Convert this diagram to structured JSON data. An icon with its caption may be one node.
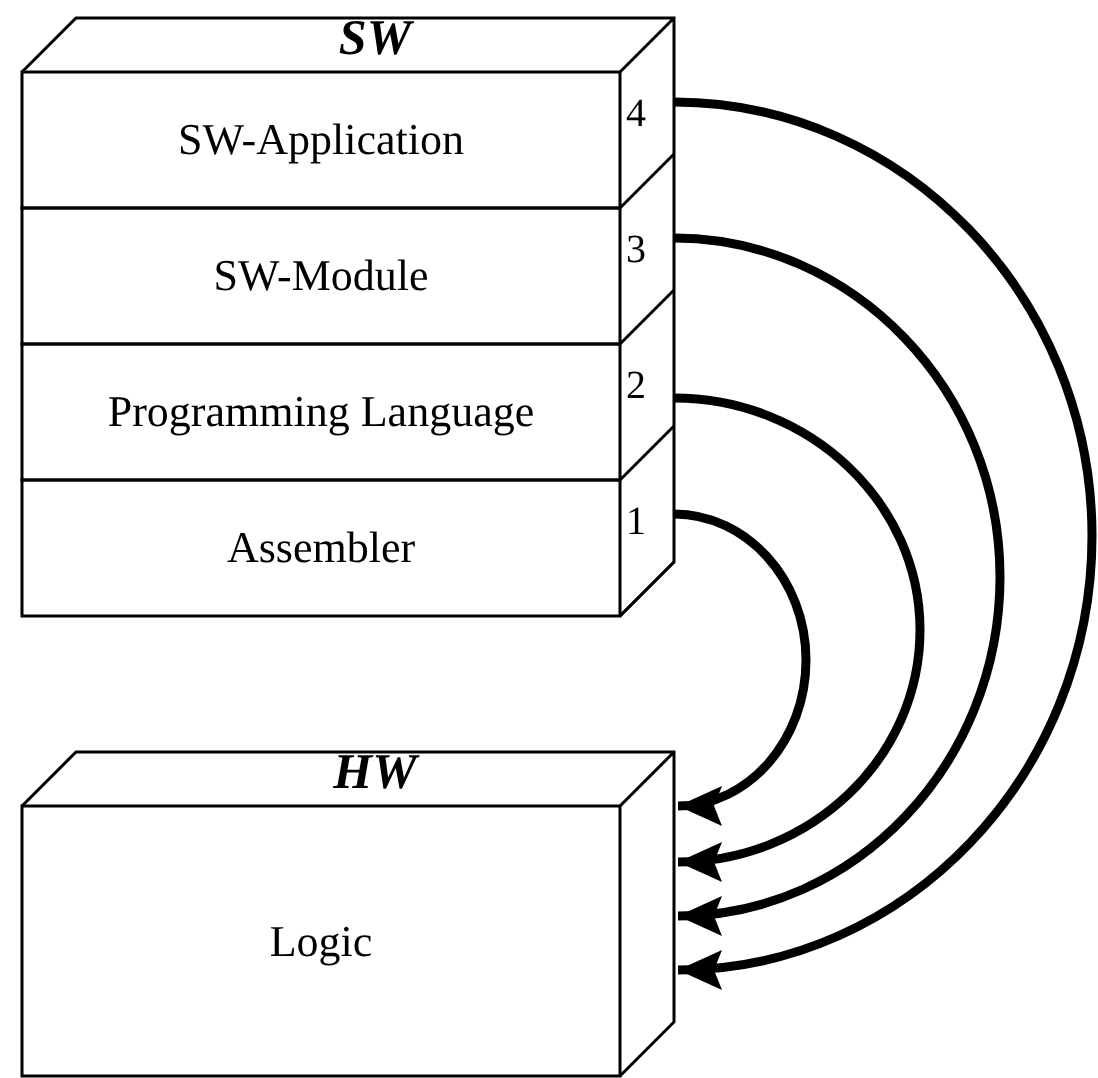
{
  "diagram": {
    "nodes": [
      {
        "text": [
          "SW"
        ]
      },
      {
        "text": [
          "SW-Application",
          "4"
        ],
        "in": 0
      },
      {
        "text": [
          "SW-Module",
          "3"
        ],
        "in": 0
      },
      {
        "text": [
          "Programming Language",
          "2"
        ],
        "in": 0
      },
      {
        "text": [
          "Assembler",
          "1"
        ],
        "in": 0
      },
      {
        "text": [
          "HW",
          "Logic"
        ]
      }
    ],
    "edges": [
      {
        "from": 4,
        "to": 5,
        "arrow": "to"
      },
      {
        "from": 3,
        "to": 5,
        "arrow": "to"
      },
      {
        "from": 2,
        "to": 5,
        "arrow": "to"
      },
      {
        "from": 1,
        "to": 5,
        "arrow": "to"
      }
    ]
  }
}
